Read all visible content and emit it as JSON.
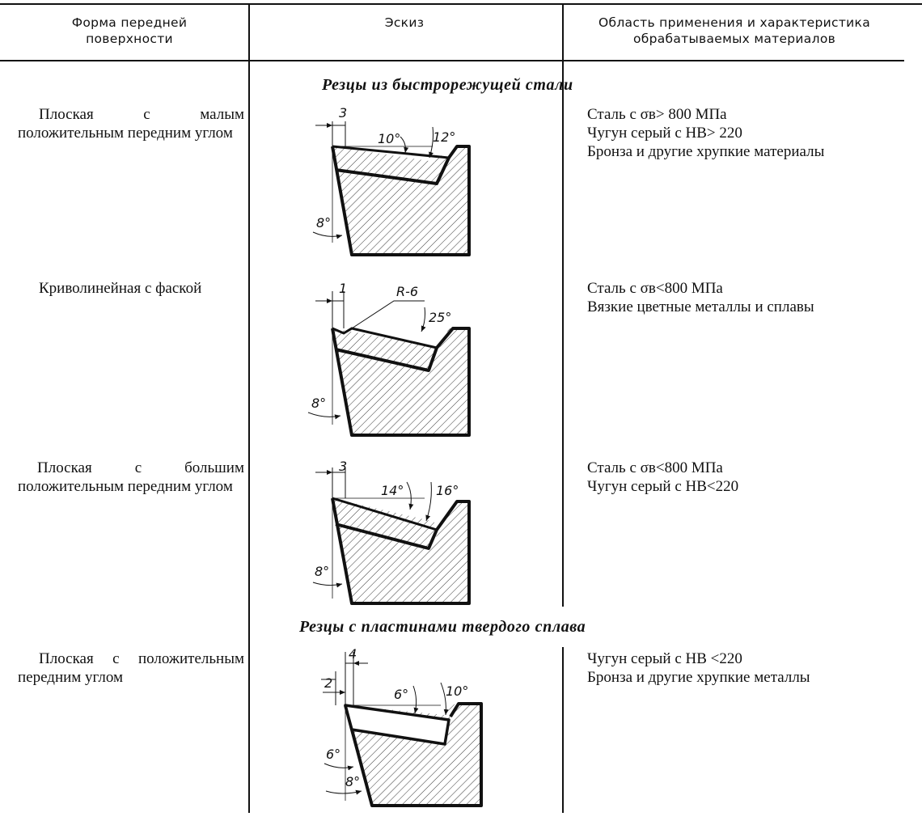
{
  "headers": {
    "form": "Форма передней поверхности",
    "sketch": "Эскиз",
    "application": "Область применения и характеристика обрабатываемых материалов"
  },
  "sections": [
    {
      "title": "Резцы из быстрорежущей стали",
      "rows": [
        {
          "form": "Плоская с малым положительным передним углом",
          "applications": [
            "Сталь с σв> 800 МПа",
            "Чугун серый с НВ> 220",
            "Бронза и другие хрупкие материалы"
          ],
          "sketch_labels": [
            "3",
            "10°",
            "12°",
            "8°"
          ]
        },
        {
          "form": "Криволинейная с фаской",
          "applications": [
            "Сталь с σв<800 МПа",
            "Вязкие цветные металлы и сплавы"
          ],
          "sketch_labels": [
            "1",
            "R-6",
            "25°",
            "8°"
          ]
        },
        {
          "form": "Плоская с большим положительным передним углом",
          "applications": [
            "Сталь с σв<800 МПа",
            "Чугун серый с НВ<220"
          ],
          "sketch_labels": [
            "3",
            "14°",
            "16°",
            "8°"
          ]
        }
      ]
    },
    {
      "title": "Резцы с пластинами твердого сплава",
      "rows": [
        {
          "form": "Плоская с положительным передним углом",
          "applications": [
            "Чугун серый с НВ <220",
            "Бронза и другие хрупкие металлы"
          ],
          "sketch_labels": [
            "4",
            "2",
            "6°",
            "10°",
            "6°",
            "8°"
          ]
        }
      ]
    }
  ]
}
